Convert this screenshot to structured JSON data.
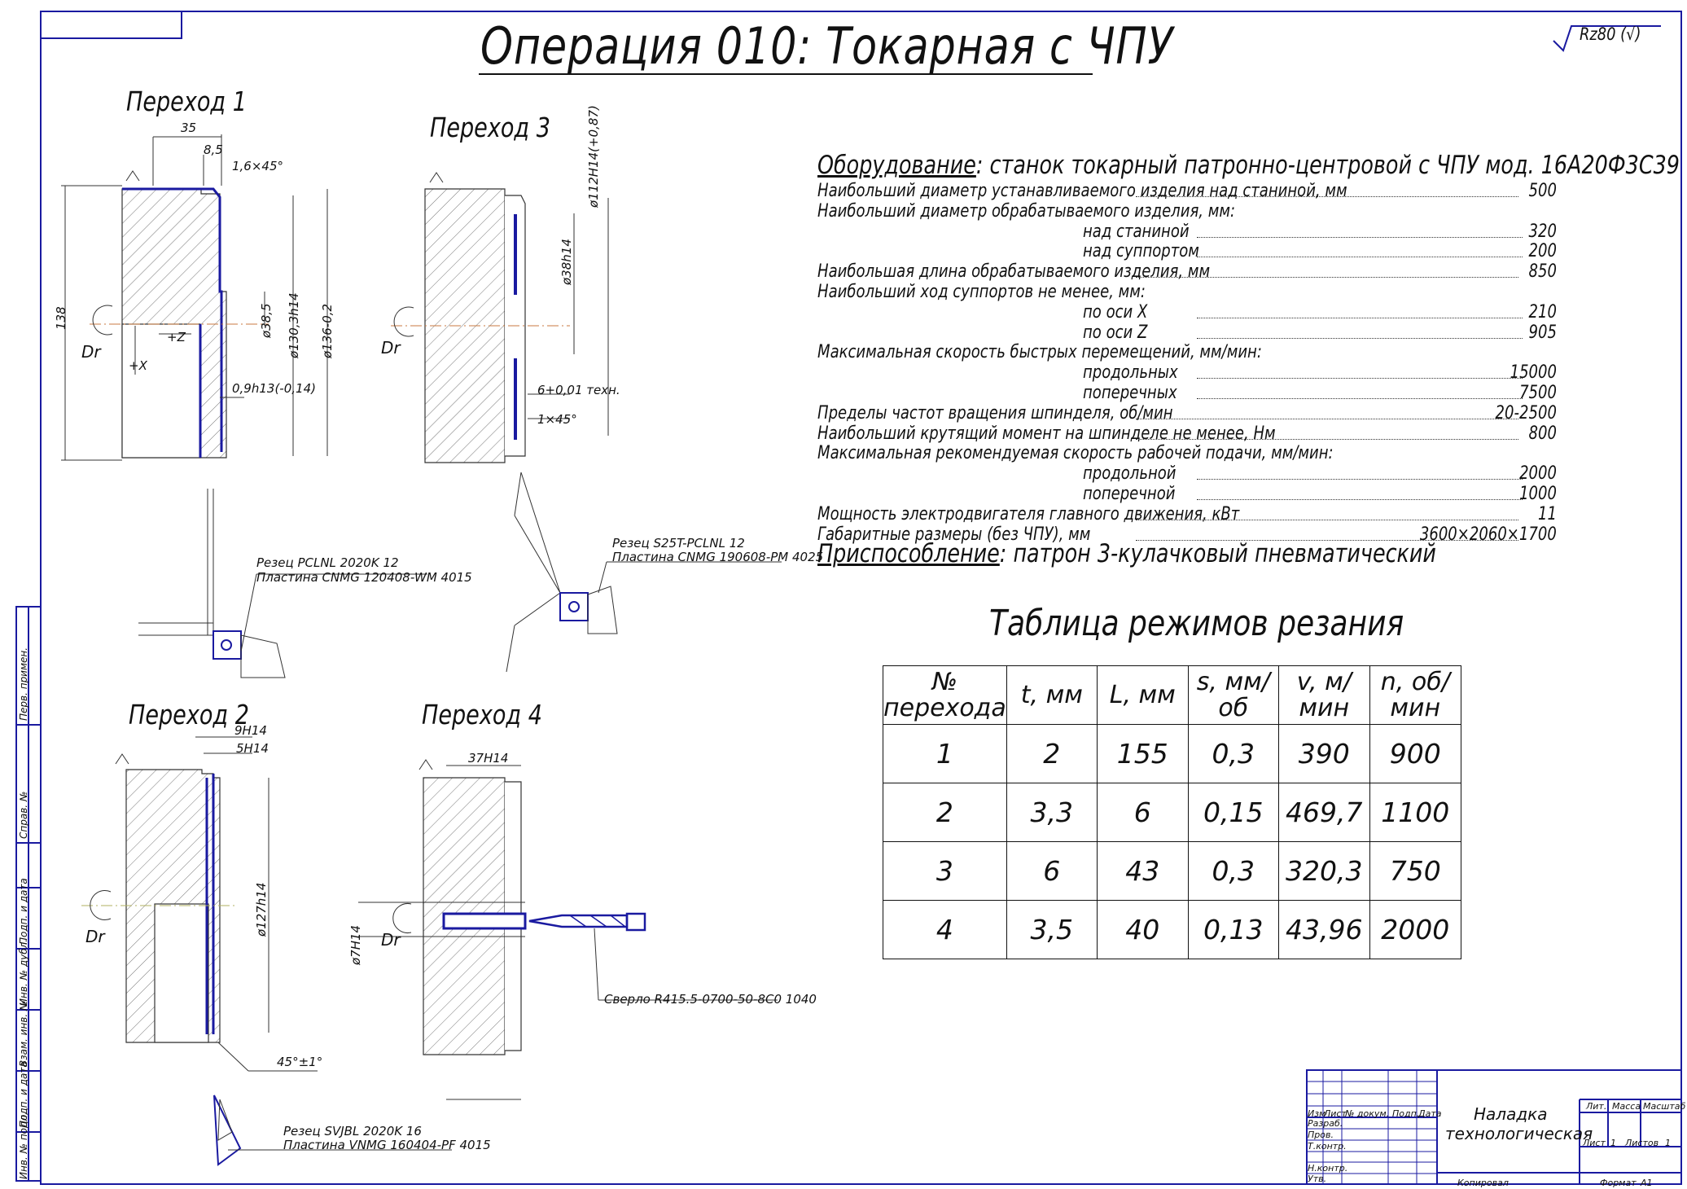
{
  "title": "Операция 010: Токарная с ЧПУ",
  "roughness": "Rz80 (√)",
  "steps": {
    "s1": "Переход 1",
    "s2": "Переход 2",
    "s3": "Переход 3",
    "s4": "Переход 4"
  },
  "equipment": {
    "heading": "Оборудование",
    "heading_rest": ": станок токарный патронно-центровой с ЧПУ мод. 16А20Ф3С39",
    "rows": [
      {
        "label": "Наибольший диаметр устанавливаемого изделия над станиной, мм",
        "value": "500"
      },
      {
        "label": "Наибольший диаметр обрабатываемого изделия, мм:",
        "value": ""
      },
      {
        "label": "над станиной",
        "value": "320"
      },
      {
        "label": "над суппортом",
        "value": "200"
      },
      {
        "label": "Наибольшая длина обрабатываемого изделия, мм",
        "value": "850"
      },
      {
        "label": "Наибольший ход суппортов не менее, мм:",
        "value": ""
      },
      {
        "label": "по оси X",
        "value": "210"
      },
      {
        "label": "по оси Z",
        "value": "905"
      },
      {
        "label": "Максимальная скорость быстрых перемещений, мм/мин:",
        "value": ""
      },
      {
        "label": "продольных",
        "value": "15000"
      },
      {
        "label": "поперечных",
        "value": "7500"
      },
      {
        "label": "Пределы частот вращения шпинделя, об/мин",
        "value": "20-2500"
      },
      {
        "label": "Наибольший крутящий момент на шпинделе не менее, Нм",
        "value": "800"
      },
      {
        "label": "Максимальная рекомендуемая скорость рабочей подачи, мм/мин:",
        "value": ""
      },
      {
        "label": "продольной",
        "value": "2000"
      },
      {
        "label": "поперечной",
        "value": "1000"
      },
      {
        "label": "Мощность электродвигателя главного движения, кВт",
        "value": "11"
      },
      {
        "label": "Габаритные размеры (без ЧПУ), мм",
        "value": "3600×2060×1700"
      }
    ],
    "fixture_heading": "Приспособление",
    "fixture_rest": ": патрон 3-кулачковый пневматический"
  },
  "table": {
    "title": "Таблица режимов резания",
    "headers": [
      "№ перехода",
      "t, мм",
      "L, мм",
      "s, мм/об",
      "v, м/мин",
      "n, об/мин"
    ],
    "rows": [
      [
        "1",
        "2",
        "155",
        "0,3",
        "390",
        "900"
      ],
      [
        "2",
        "3,3",
        "6",
        "0,15",
        "469,7",
        "1100"
      ],
      [
        "3",
        "6",
        "43",
        "0,3",
        "320,3",
        "750"
      ],
      [
        "4",
        "3,5",
        "40",
        "0,13",
        "43,96",
        "2000"
      ]
    ]
  },
  "tools": {
    "t1_line1": "Резец PCLNL 2020K 12",
    "t1_line2": "Пластина CNMG 120408-WM 4015",
    "t2_line1": "Резец SVJBL 2020K 16",
    "t2_line2": "Пластина VNMG 160404-PF 4015",
    "t3_line1": "Резец S25T-PCLNL 12",
    "t3_line2": "Пластина CNMG 190608-PM 4025",
    "t4_line1": "Сверло R415.5-0700-50-8C0 1040"
  },
  "dims": {
    "d35": "35",
    "d8_5": "8,5",
    "chamfer1": "1,6×45°",
    "d138": "138",
    "d38_5": "ø38,5",
    "d130": "ø130,3h14",
    "d136": "ø136-0,2",
    "d0_9": "0,9h13(-0,14)",
    "dr": "Dr",
    "plusz": "+Z",
    "plusx": "+X",
    "d9h14": "9H14",
    "d5h14": "5H14",
    "d127": "ø127h14",
    "a45": "45°±1°",
    "d112": "ø112H14(+0,87)",
    "d38h14": "ø38h14",
    "d6": "6+0,01 техн.",
    "chamfer3": "1×45°",
    "d37h14": "37H14",
    "d7h14": "ø7H14"
  },
  "sidebar": [
    "Перв. примен.",
    "Справ. №",
    "Подп. и дата",
    "Инв. № дубл.",
    "Взам. инв. №",
    "Подп. и дата",
    "Инв. № подл."
  ],
  "stamp": {
    "name_line1": "Наладка",
    "name_line2": "технологическая",
    "hdr": [
      "Изм",
      "Лист",
      "№ докум.",
      "Подп.",
      "Дата"
    ],
    "roles": [
      "Разраб.",
      "Пров.",
      "Т.контр.",
      "Н.контр.",
      "Утв."
    ],
    "lit": "Лит.",
    "mass": "Масса",
    "scale": "Масштаб",
    "sheet": "Лист",
    "sheet_no": "1",
    "sheets": "Листов",
    "sheets_no": "1",
    "copied": "Копировал",
    "format": "Формат",
    "format_val": "А1"
  }
}
